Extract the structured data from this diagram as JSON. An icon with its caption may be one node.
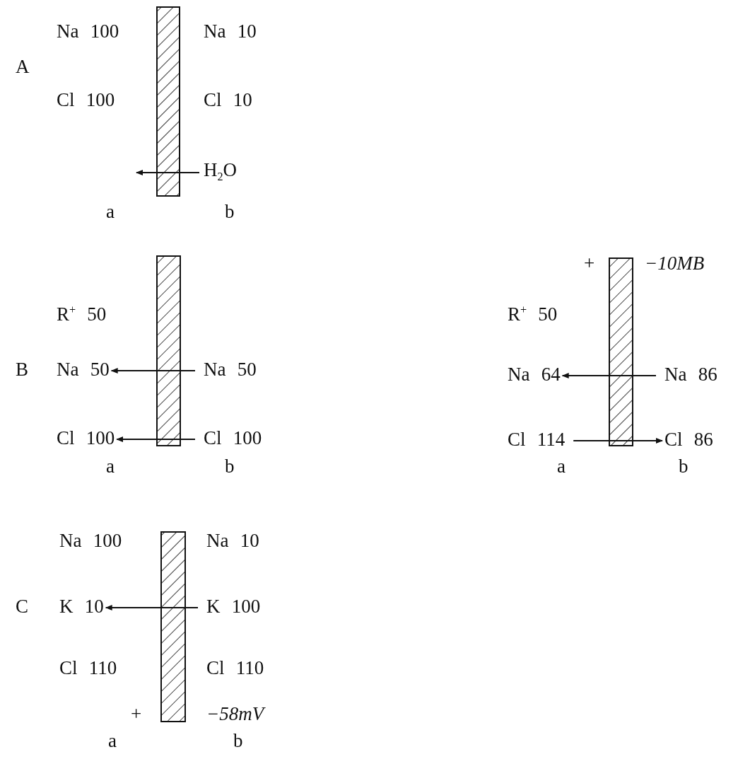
{
  "diagram": {
    "nodes": [
      {
        "text": [
          "H$_{2}$O"
        ]
      },
      {
        "text": [
          "Na 50"
        ]
      },
      {
        "text": [
          "Na 50"
        ]
      },
      {
        "text": [
          "Cl 100"
        ]
      },
      {
        "text": [
          "Cl 100"
        ]
      },
      {
        "text": [
          "Na 64"
        ]
      },
      {
        "text": [
          "Na 86"
        ]
      },
      {
        "text": [
          "Cl 114"
        ]
      },
      {
        "text": [
          "Cl 86"
        ]
      },
      {
        "text": [
          "K 10"
        ]
      },
      {
        "text": [
          "K 100"
        ]
      }
    ],
    "edges": [
      {
        "from": 0,
        "to": null,
        "arrow": "to"
      },
      {
        "from": 2,
        "to": 1,
        "arrow": "to"
      },
      {
        "from": 4,
        "to": 3,
        "arrow": "to"
      },
      {
        "from": 6,
        "to": 5,
        "arrow": "to"
      },
      {
        "from": 7,
        "to": 8,
        "arrow": "to"
      },
      {
        "from": 10,
        "to": 9,
        "arrow": "to"
      }
    ],
    "labels": [
      "Na 100",
      "Na 10",
      "A",
      "Cl 100",
      "Cl 10",
      "a",
      "b",
      "R$^{+}$ 50",
      "B",
      "a",
      "b",
      "+",
      "−10MB",
      "R$^{+}$ 50",
      "a",
      "b",
      "Na 100",
      "Na 10",
      "C",
      "Cl 110",
      "Cl 110",
      "+",
      "−58mV",
      "a",
      "b"
    ]
  }
}
